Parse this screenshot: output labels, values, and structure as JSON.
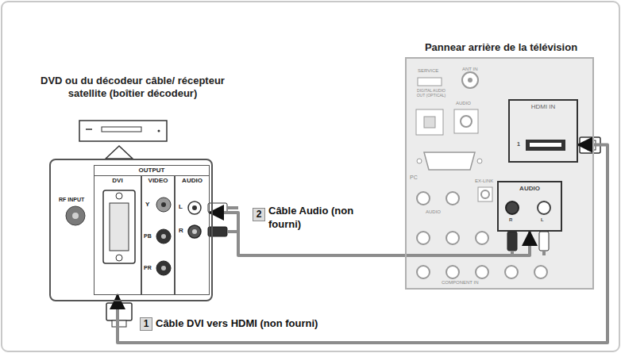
{
  "diagram": {
    "nodes": [
      {
        "text": [
          "DVD ou du décodeur câble/ récepteur satellite (boîtier décodeur)"
        ]
      },
      {
        "text": [
          "OUTPUT"
        ],
        "in": 0
      },
      {
        "text": [
          "DVI"
        ],
        "in": 1
      },
      {
        "text": [
          "VIDEO"
        ],
        "in": 1
      },
      {
        "text": [
          "AUDIO"
        ],
        "in": 1
      },
      {
        "text": [
          "Pannear arrière de la télévision"
        ]
      },
      {
        "text": [
          "HDMI IN"
        ],
        "in": 5
      },
      {
        "text": [
          "AUDIO"
        ],
        "in": 5
      }
    ],
    "edges": [
      {
        "from": 2,
        "to": 6,
        "arrow": "both",
        "label": "Câble DVI vers HDMI (non fourni)"
      },
      {
        "from": 4,
        "to": 7,
        "arrow": "both",
        "label": "Câble Audio (non fourni)"
      }
    ],
    "labels": [
      "RF INPUT",
      "Y",
      "PB",
      "PR",
      "L",
      "R",
      "2",
      "1",
      "SERVICE",
      "ANT IN",
      "DIGITAL AUDIO OUT (OPTICAL)",
      "AUDIO",
      "PC",
      "EX-LINK",
      "AUDIO",
      "1",
      "COMPONENT IN",
      "R",
      "L"
    ]
  }
}
